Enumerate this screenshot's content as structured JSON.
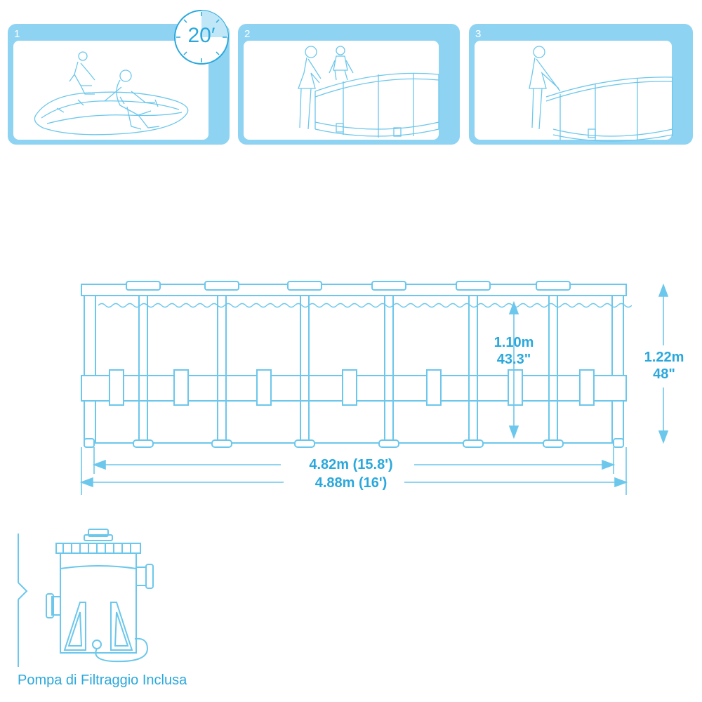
{
  "steps": [
    {
      "number": "1"
    },
    {
      "number": "2"
    },
    {
      "number": "3"
    }
  ],
  "timer": {
    "label": "20′"
  },
  "dimensions": {
    "inner_height_m": "1.10m",
    "inner_height_in": "43.3\"",
    "outer_height_m": "1.22m",
    "outer_height_in": "48\"",
    "inner_width": "4.82m (15.8')",
    "outer_width": "4.88m (16')"
  },
  "pump": {
    "caption": "Pompa di Filtraggio Inclusa"
  },
  "colors": {
    "accent": "#2aa8dc",
    "panel": "#8fd3f2",
    "line": "#6cc7ec"
  }
}
